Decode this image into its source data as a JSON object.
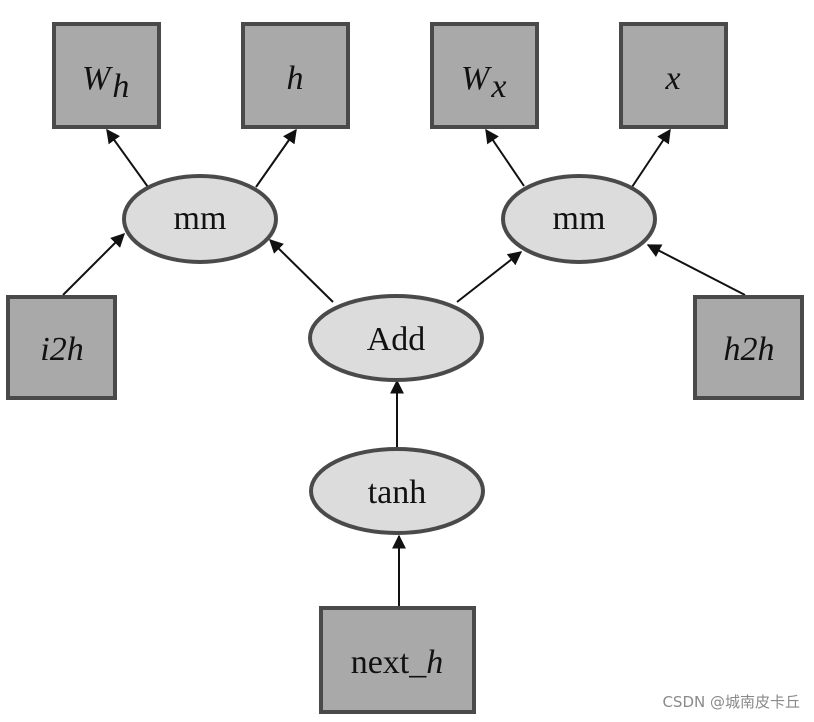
{
  "nodes": {
    "wh": {
      "main": "W",
      "sub": "h"
    },
    "h": {
      "label": "h"
    },
    "wx": {
      "main": "W",
      "sub": "x"
    },
    "x": {
      "label": "x"
    },
    "mm_left": {
      "label": "mm"
    },
    "mm_right": {
      "label": "mm"
    },
    "i2h": {
      "label": "i2h"
    },
    "add": {
      "label": "Add"
    },
    "h2h": {
      "label": "h2h"
    },
    "tanh": {
      "label": "tanh"
    },
    "next_h": {
      "prefix": "next_",
      "suffix": "h"
    }
  },
  "watermark": "CSDN @城南皮卡丘"
}
